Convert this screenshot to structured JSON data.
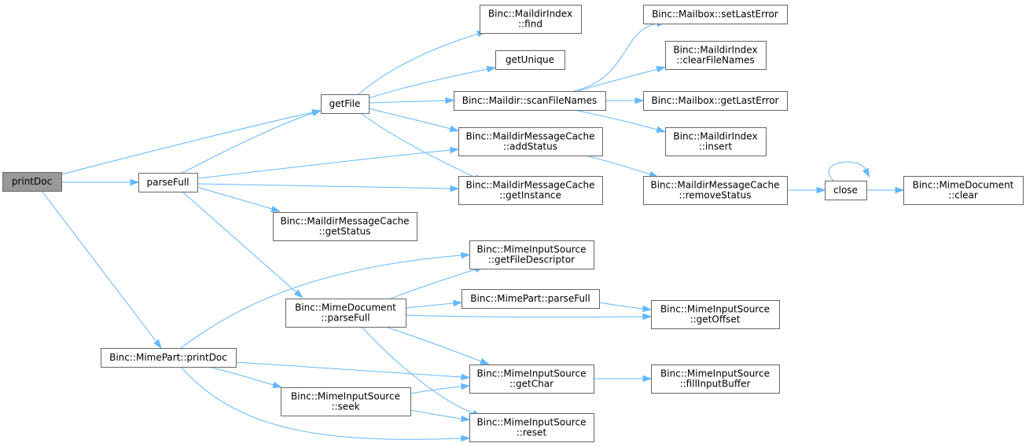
{
  "graph": {
    "edge_color": "#63b8ff",
    "node_border_color": "#666666",
    "root_fill_color": "#999999",
    "nodes": [
      {
        "id": "printDoc",
        "lines": [
          "printDoc"
        ],
        "root": true
      },
      {
        "id": "parseFull",
        "lines": [
          "parseFull"
        ]
      },
      {
        "id": "getFile",
        "lines": [
          "getFile"
        ]
      },
      {
        "id": "MaildirIndex_find",
        "lines": [
          "Binc::MaildirIndex",
          "::find"
        ]
      },
      {
        "id": "getUnique",
        "lines": [
          "getUnique"
        ]
      },
      {
        "id": "scanFileNames",
        "lines": [
          "Binc::Maildir::scanFileNames"
        ]
      },
      {
        "id": "setLastError",
        "lines": [
          "Binc::Mailbox::setLastError"
        ]
      },
      {
        "id": "clearFileNames",
        "lines": [
          "Binc::MaildirIndex",
          "::clearFileNames"
        ]
      },
      {
        "id": "getLastError",
        "lines": [
          "Binc::Mailbox::getLastError"
        ]
      },
      {
        "id": "MaildirIndex_insert",
        "lines": [
          "Binc::MaildirIndex",
          "::insert"
        ]
      },
      {
        "id": "addStatus",
        "lines": [
          "Binc::MaildirMessageCache",
          "::addStatus"
        ]
      },
      {
        "id": "getInstance",
        "lines": [
          "Binc::MaildirMessageCache",
          "::getInstance"
        ]
      },
      {
        "id": "removeStatus",
        "lines": [
          "Binc::MaildirMessageCache",
          "::removeStatus"
        ]
      },
      {
        "id": "close",
        "lines": [
          "close"
        ]
      },
      {
        "id": "MimeDocument_clear",
        "lines": [
          "Binc::MimeDocument",
          "::clear"
        ]
      },
      {
        "id": "getStatus",
        "lines": [
          "Binc::MaildirMessageCache",
          "::getStatus"
        ]
      },
      {
        "id": "getFileDescriptor",
        "lines": [
          "Binc::MimeInputSource",
          "::getFileDescriptor"
        ]
      },
      {
        "id": "MimeDocument_parseFull",
        "lines": [
          "Binc::MimeDocument",
          "::parseFull"
        ]
      },
      {
        "id": "MimePart_parseFull",
        "lines": [
          "Binc::MimePart::parseFull"
        ]
      },
      {
        "id": "getOffset",
        "lines": [
          "Binc::MimeInputSource",
          "::getOffset"
        ]
      },
      {
        "id": "MimePart_printDoc",
        "lines": [
          "Binc::MimePart::printDoc"
        ]
      },
      {
        "id": "getChar",
        "lines": [
          "Binc::MimeInputSource",
          "::getChar"
        ]
      },
      {
        "id": "fillInputBuffer",
        "lines": [
          "Binc::MimeInputSource",
          "::fillInputBuffer"
        ]
      },
      {
        "id": "seek",
        "lines": [
          "Binc::MimeInputSource",
          "::seek"
        ]
      },
      {
        "id": "reset",
        "lines": [
          "Binc::MimeInputSource",
          "::reset"
        ]
      }
    ],
    "edges": [
      {
        "from": "printDoc",
        "to": "getFile"
      },
      {
        "from": "printDoc",
        "to": "parseFull"
      },
      {
        "from": "printDoc",
        "to": "MimePart_printDoc"
      },
      {
        "from": "parseFull",
        "to": "getFile"
      },
      {
        "from": "parseFull",
        "to": "addStatus"
      },
      {
        "from": "parseFull",
        "to": "getInstance"
      },
      {
        "from": "parseFull",
        "to": "getStatus"
      },
      {
        "from": "parseFull",
        "to": "MimeDocument_parseFull"
      },
      {
        "from": "getFile",
        "to": "MaildirIndex_find"
      },
      {
        "from": "getFile",
        "to": "getUnique"
      },
      {
        "from": "getFile",
        "to": "scanFileNames"
      },
      {
        "from": "getFile",
        "to": "addStatus"
      },
      {
        "from": "getFile",
        "to": "getInstance"
      },
      {
        "from": "scanFileNames",
        "to": "setLastError"
      },
      {
        "from": "scanFileNames",
        "to": "clearFileNames"
      },
      {
        "from": "scanFileNames",
        "to": "getLastError"
      },
      {
        "from": "scanFileNames",
        "to": "MaildirIndex_insert"
      },
      {
        "from": "addStatus",
        "to": "removeStatus"
      },
      {
        "from": "removeStatus",
        "to": "close"
      },
      {
        "from": "close",
        "to": "close"
      },
      {
        "from": "close",
        "to": "MimeDocument_clear"
      },
      {
        "from": "MimeDocument_parseFull",
        "to": "getFileDescriptor"
      },
      {
        "from": "MimeDocument_parseFull",
        "to": "MimePart_parseFull"
      },
      {
        "from": "MimeDocument_parseFull",
        "to": "getOffset"
      },
      {
        "from": "MimeDocument_parseFull",
        "to": "getChar"
      },
      {
        "from": "MimeDocument_parseFull",
        "to": "reset"
      },
      {
        "from": "MimePart_parseFull",
        "to": "getOffset"
      },
      {
        "from": "MimePart_printDoc",
        "to": "getFileDescriptor"
      },
      {
        "from": "MimePart_printDoc",
        "to": "getChar"
      },
      {
        "from": "MimePart_printDoc",
        "to": "seek"
      },
      {
        "from": "MimePart_printDoc",
        "to": "reset"
      },
      {
        "from": "seek",
        "to": "getChar"
      },
      {
        "from": "seek",
        "to": "reset"
      },
      {
        "from": "getChar",
        "to": "fillInputBuffer"
      }
    ]
  }
}
